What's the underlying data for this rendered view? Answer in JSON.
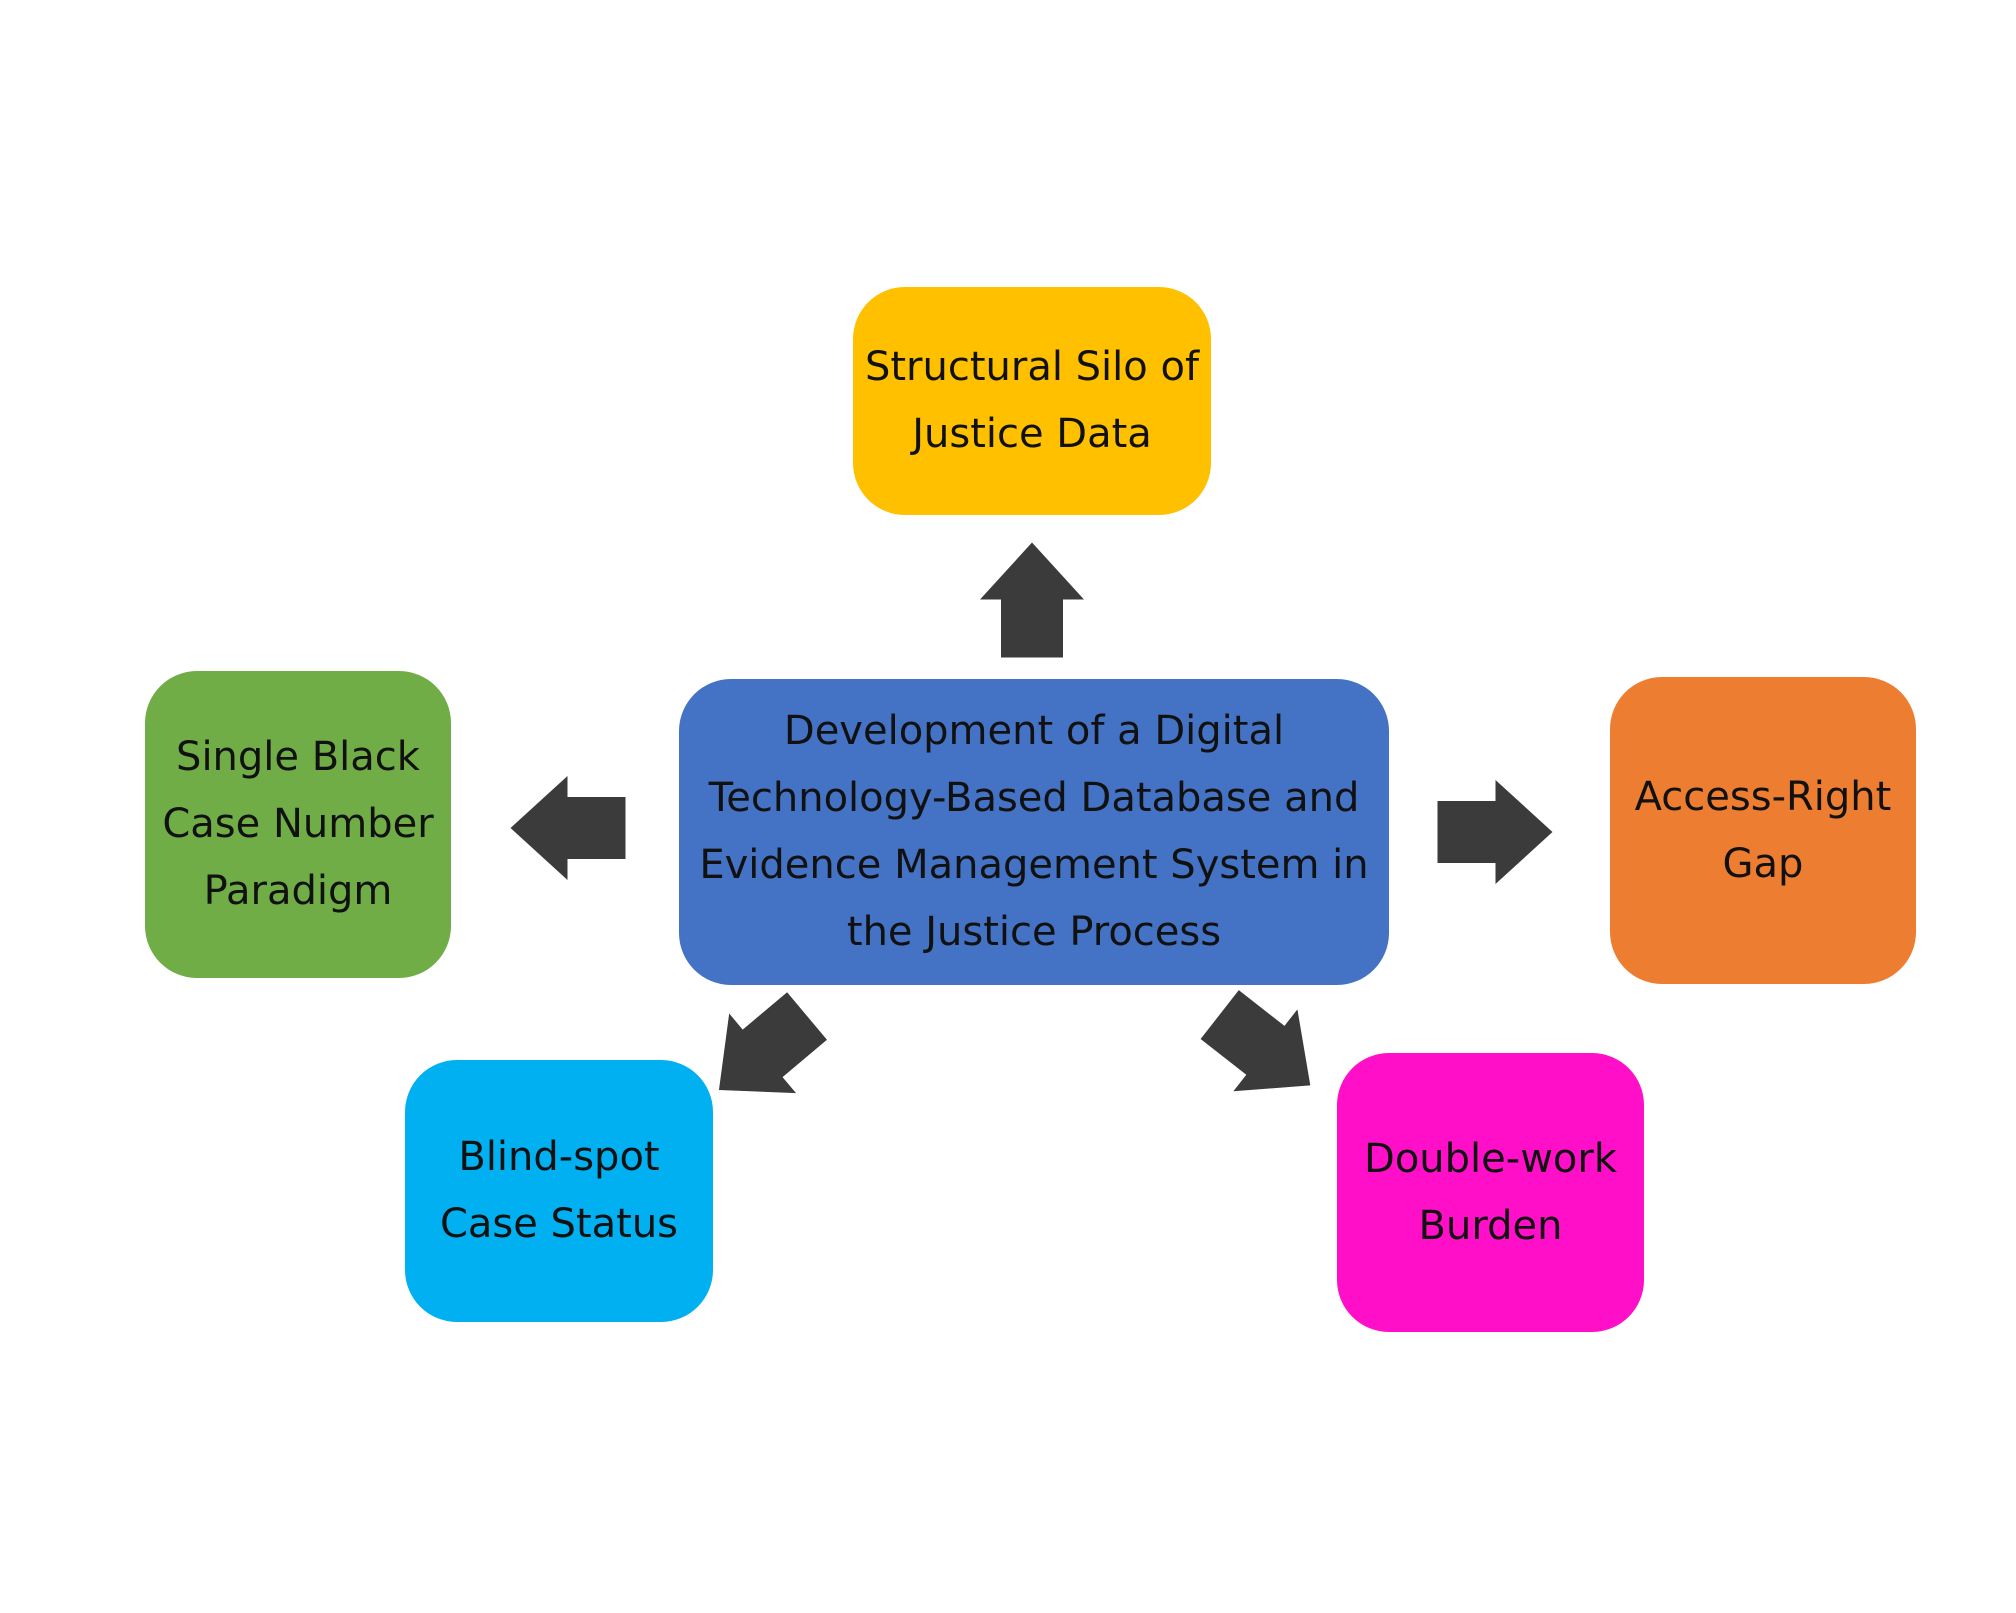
{
  "diagram": {
    "center": {
      "lines": [
        "Development  of a Digital",
        "Technology-Based Database and",
        "Evidence Management System in",
        "the Justice Process"
      ],
      "color": "#4472C4"
    },
    "top": {
      "lines": [
        "Structural  Silo of",
        "Justice Data"
      ],
      "color": "#FFC000"
    },
    "left": {
      "lines": [
        "Single Black",
        "Case Number",
        "Paradigm"
      ],
      "color": "#70AD47"
    },
    "right": {
      "lines": [
        "Access-Right",
        "Gap"
      ],
      "color": "#ED7D31"
    },
    "bottom_left": {
      "lines": [
        "Blind-spot",
        "Case Status"
      ],
      "color": "#00B0F0"
    },
    "bottom_right": {
      "lines": [
        "Double-work",
        "Burden"
      ],
      "color": "#FF0FC8"
    },
    "arrow_color": "#3B3B3B"
  }
}
